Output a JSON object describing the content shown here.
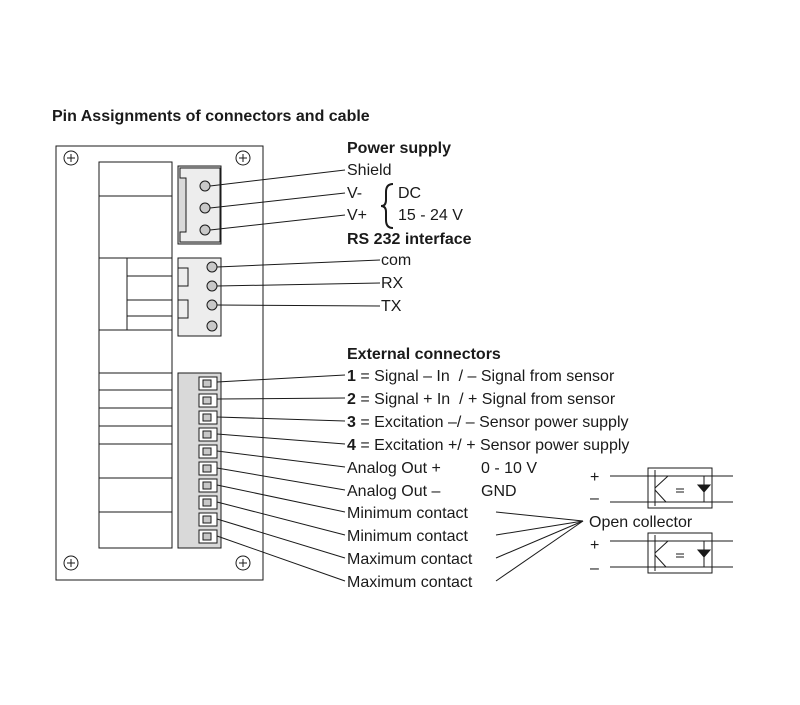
{
  "title": "Pin Assignments of connectors and cable",
  "power_supply": {
    "heading": "Power supply",
    "pins": [
      "Shield",
      "V-",
      "V+"
    ],
    "dc_line1": "DC",
    "dc_line2": "15 - 24 V"
  },
  "rs232": {
    "heading": "RS 232 interface",
    "pins": [
      "com",
      "RX",
      "TX"
    ]
  },
  "external": {
    "heading": "External connectors",
    "numbered": [
      {
        "num": "1",
        "text": " = Signal – In  / – Signal from sensor"
      },
      {
        "num": "2",
        "text": " = Signal + In  / + Signal from sensor"
      },
      {
        "num": "3",
        "text": " = Excitation –/ – Sensor power supply"
      },
      {
        "num": "4",
        "text": " = Excitation +/ + Sensor power supply"
      }
    ],
    "analog_plus": "Analog Out +",
    "analog_plus_value": "0 - 10 V",
    "analog_minus": "Analog Out –",
    "analog_minus_value": "GND",
    "contacts": [
      "Minimum contact",
      "Minimum contact",
      "Maximum contact",
      "Maximum contact"
    ]
  },
  "open_collector": {
    "label": "Open collector",
    "plus": "+",
    "minus": "–"
  },
  "colors": {
    "line": "#1a1a1a",
    "terminal_fill": "#d9d9d9",
    "pin_fill": "#c8c8c8"
  }
}
